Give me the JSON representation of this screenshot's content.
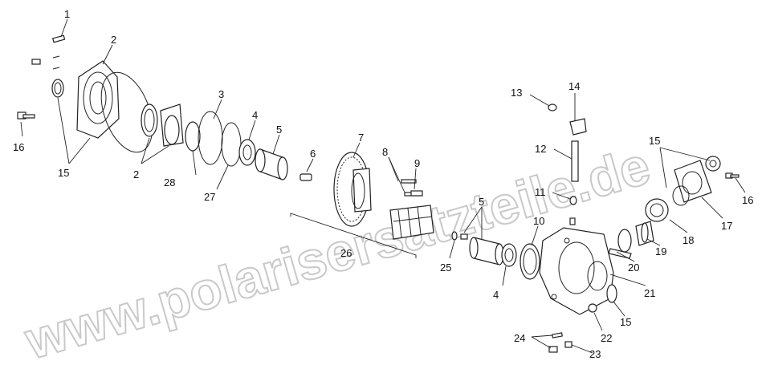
{
  "watermark": "www.polarisersatzteile.de",
  "callouts": [
    "1",
    "2",
    "2",
    "3",
    "4",
    "5",
    "6",
    "7",
    "8",
    "9",
    "10",
    "4",
    "5",
    "11",
    "12",
    "13",
    "14",
    "15",
    "15",
    "15",
    "16",
    "16",
    "17",
    "18",
    "19",
    "20",
    "21",
    "22",
    "23",
    "24",
    "25",
    "26",
    "27",
    "28"
  ]
}
